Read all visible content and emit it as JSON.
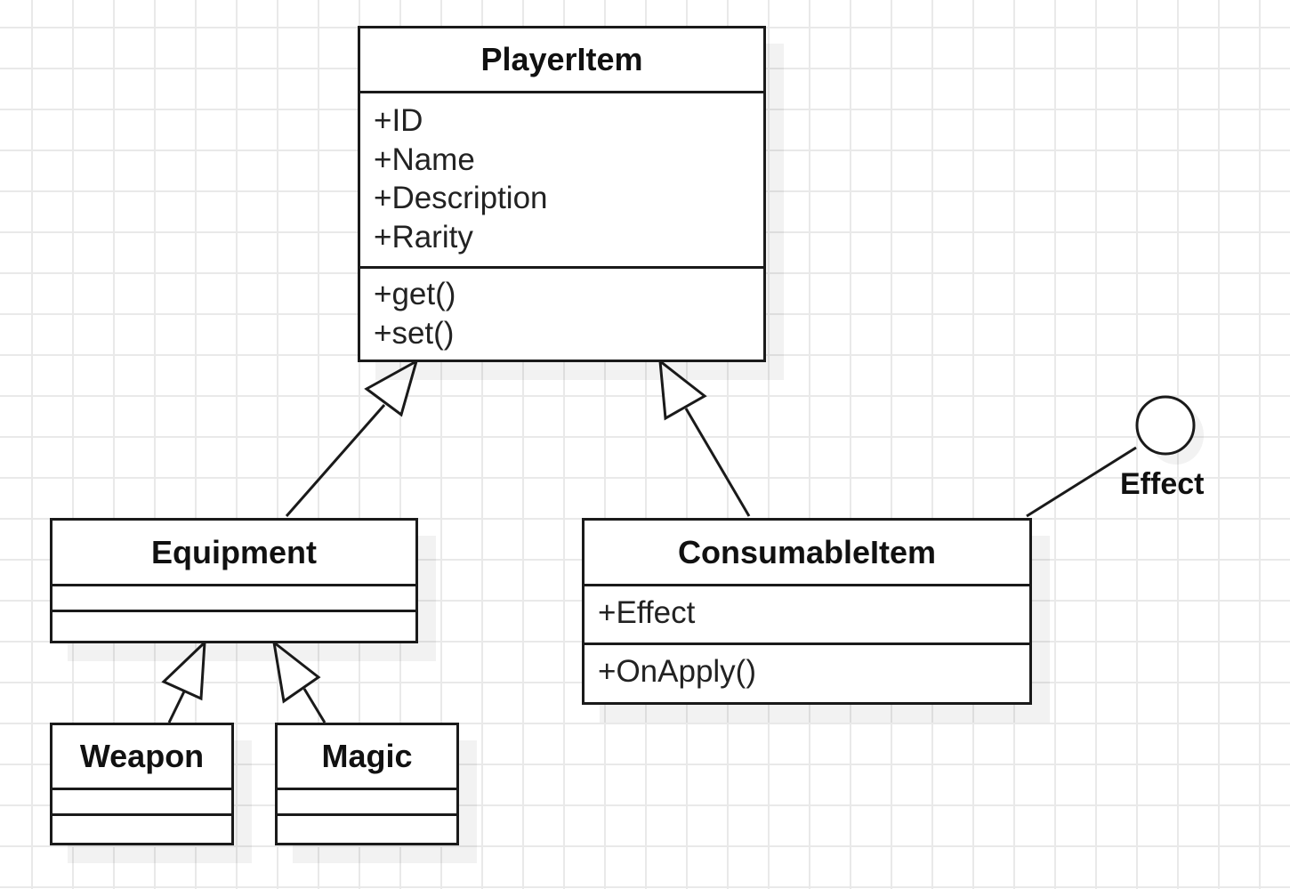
{
  "diagram": {
    "type": "UML class diagram",
    "classes": {
      "player_item": {
        "name": "PlayerItem",
        "attributes": [
          "+ID",
          "+Name",
          "+Description",
          "+Rarity"
        ],
        "methods": [
          "+get()",
          "+set()"
        ]
      },
      "equipment": {
        "name": "Equipment",
        "attributes": [],
        "methods": []
      },
      "weapon": {
        "name": "Weapon",
        "attributes": [],
        "methods": []
      },
      "magic": {
        "name": "Magic",
        "attributes": [],
        "methods": []
      },
      "consumable_item": {
        "name": "ConsumableItem",
        "attributes": [
          "+Effect"
        ],
        "methods": [
          "+OnApply()"
        ]
      }
    },
    "interfaces": {
      "effect": {
        "name": "Effect"
      }
    },
    "relationships": [
      {
        "type": "generalization",
        "from": "Equipment",
        "to": "PlayerItem"
      },
      {
        "type": "generalization",
        "from": "ConsumableItem",
        "to": "PlayerItem"
      },
      {
        "type": "generalization",
        "from": "Weapon",
        "to": "Equipment"
      },
      {
        "type": "generalization",
        "from": "Magic",
        "to": "Equipment"
      },
      {
        "type": "interface-realization",
        "from": "ConsumableItem",
        "to": "Effect"
      }
    ]
  }
}
